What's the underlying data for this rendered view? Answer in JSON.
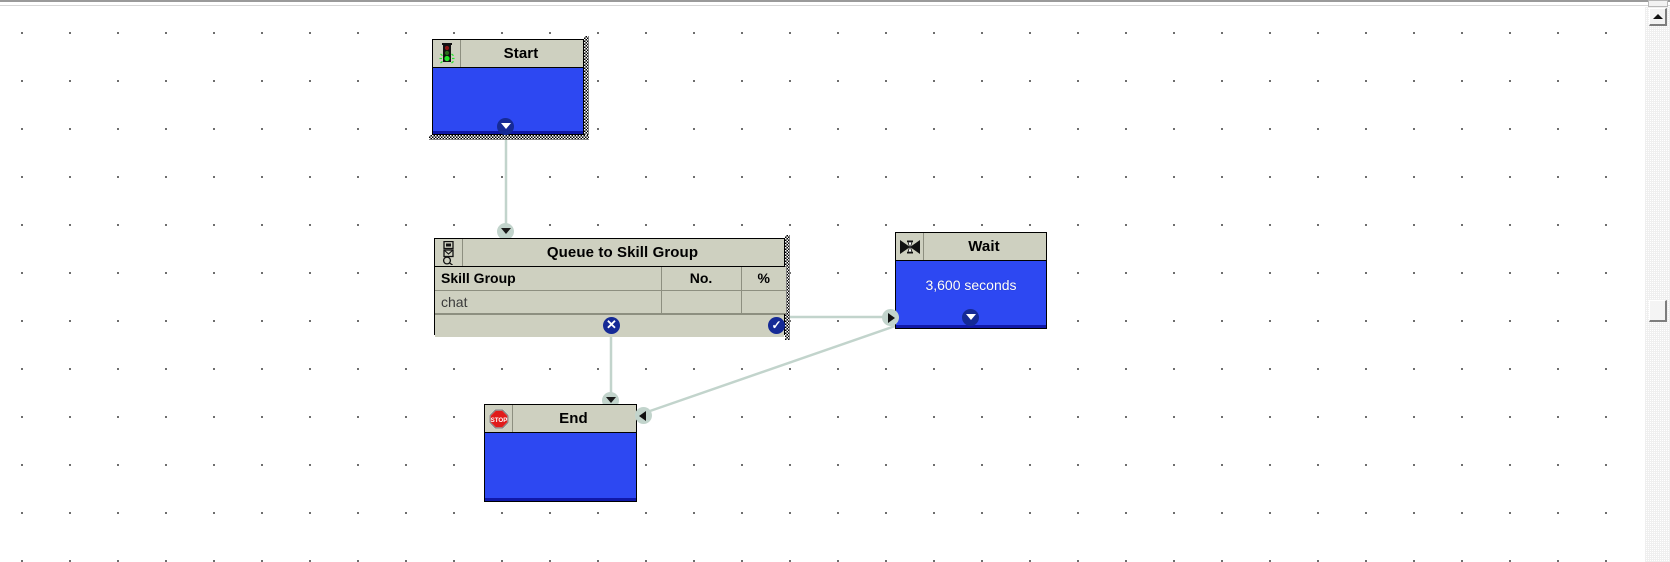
{
  "app": {
    "canvas_background": "#ffffff",
    "grid_dot_color": "#4a4a4a",
    "node_header_color": "#ced0c0",
    "node_body_color": "#2d48f2",
    "connector_color": "#c2d4cc",
    "badge_navy": "#152a96"
  },
  "scrollbar": {
    "up_arrow": "scroll-up-arrow-icon",
    "thumb": "scroll-thumb"
  },
  "nodes": {
    "start": {
      "title": "Start",
      "icon": "traffic-light-icon",
      "out_port": "output-chevron-down"
    },
    "queue": {
      "title": "Queue to Skill Group",
      "icon": "queue-skill-group-icon",
      "columns": [
        "Skill Group",
        "No.",
        "%"
      ],
      "rows": [
        {
          "skill_group": "chat",
          "no": "",
          "pct": ""
        }
      ],
      "failure_port": "failure-x-badge",
      "success_port": "success-check-badge"
    },
    "wait": {
      "title": "Wait",
      "icon": "hourglass-icon",
      "value": "3,600 seconds",
      "in_port": "input-arrow-right",
      "out_port": "output-chevron-down"
    },
    "end": {
      "title": "End",
      "icon": "stop-sign-icon",
      "in_port_top": "input-chevron-down",
      "in_port_right": "input-arrow-left"
    }
  }
}
